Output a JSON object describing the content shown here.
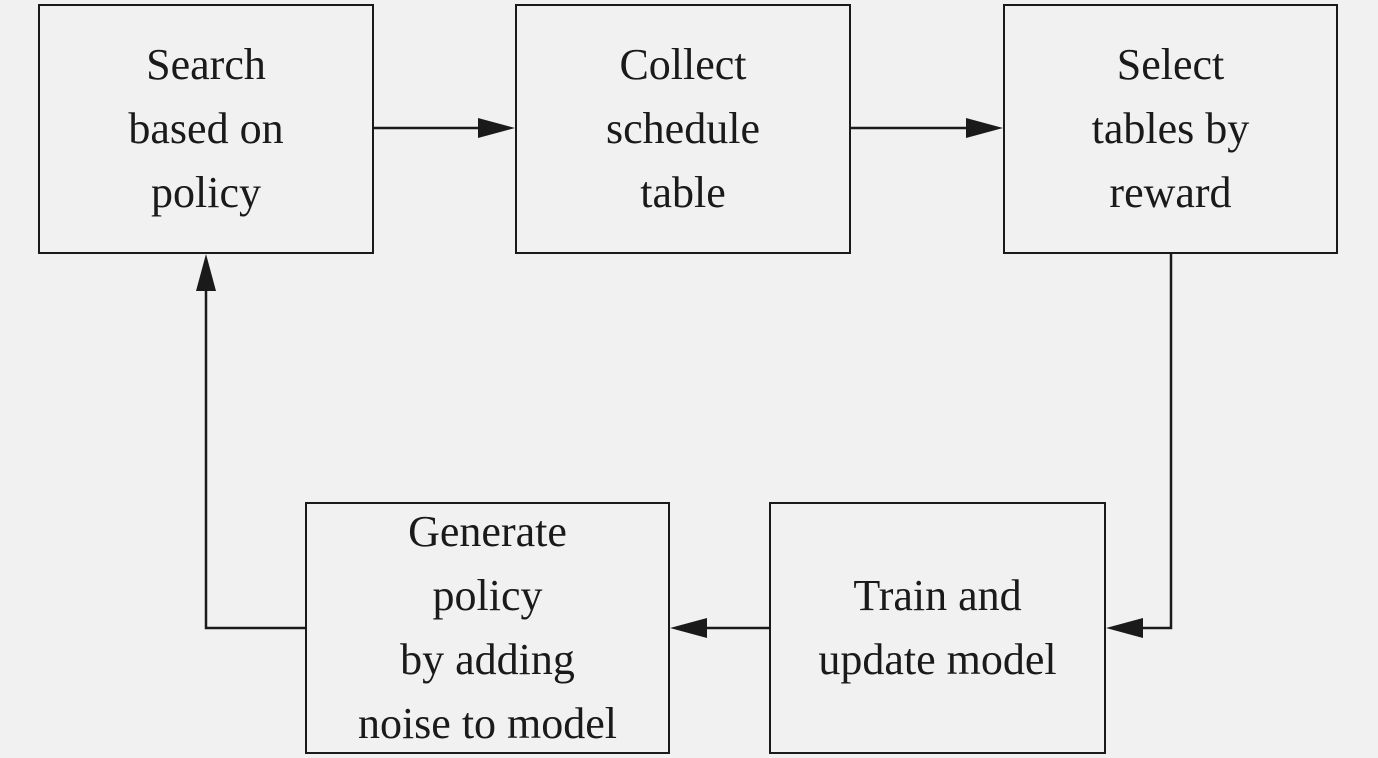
{
  "nodes": [
    {
      "id": "search",
      "label": "Search\nbased on\npolicy"
    },
    {
      "id": "collect",
      "label": "Collect\nschedule\ntable"
    },
    {
      "id": "select",
      "label": "Select\ntables by\nreward"
    },
    {
      "id": "train",
      "label": "Train and\nupdate model"
    },
    {
      "id": "generate",
      "label": "Generate\npolicy\nby adding\nnoise to model"
    }
  ],
  "edges": [
    {
      "from": "search",
      "to": "collect"
    },
    {
      "from": "collect",
      "to": "select"
    },
    {
      "from": "select",
      "to": "train"
    },
    {
      "from": "train",
      "to": "generate"
    },
    {
      "from": "generate",
      "to": "search"
    }
  ],
  "colors": {
    "background": "#f1f1f1",
    "stroke": "#1a1a1a"
  }
}
